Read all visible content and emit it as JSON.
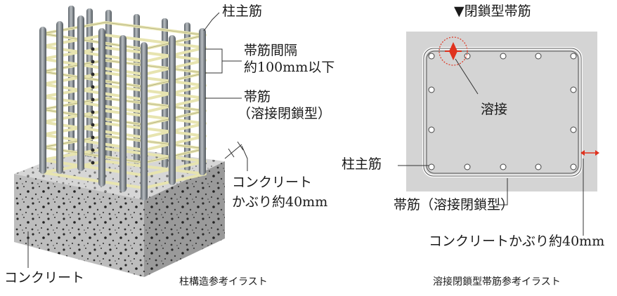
{
  "left": {
    "label_column_main_bar": "柱主筋",
    "label_hoop_spacing_line1": "帯筋間隔",
    "label_hoop_spacing_line2": "約100mm以下",
    "label_hoop_line1": "帯筋",
    "label_hoop_line2": "（溶接閉鎖型）",
    "label_cover_line1": "コンクリート",
    "label_cover_line2": "かぶり約40mm",
    "label_concrete": "コンクリート",
    "caption": "柱構造参考イラスト"
  },
  "right": {
    "title_marker": "▼",
    "title": "閉鎖型帯筋",
    "label_weld": "溶接",
    "label_column_main_bar": "柱主筋",
    "label_hoop": "帯筋（溶接閉鎖型）",
    "label_cover": "コンクリートかぶり約40mm",
    "caption": "溶接閉鎖型帯筋参考イラスト"
  },
  "colors": {
    "concrete_top": "#d6d6d6",
    "concrete_front": "#bdbdbd",
    "concrete_side": "#9e9e9e",
    "rebar": "#8a9096",
    "hoop": "#e8e6b8",
    "section_bg": "#d4d4d4",
    "weld": "#e0321e"
  }
}
